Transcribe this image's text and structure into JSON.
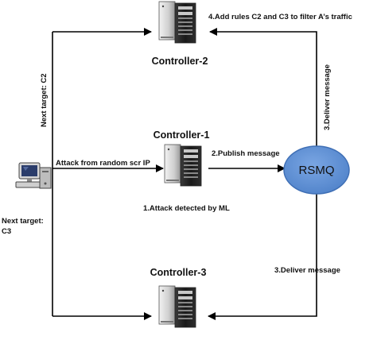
{
  "nodes": {
    "controller2": "Controller-2",
    "controller1": "Controller-1",
    "controller3": "Controller-3",
    "rsmq": "RSMQ"
  },
  "edges": {
    "attack": "Attack from random scr IP",
    "publish": "2.Publish message",
    "detected": "1.Attack detected by ML",
    "add_rules": "4.Add rules C2 and C3 to filter A’s traffic",
    "deliver_top": "3.Deliver  message",
    "deliver_bottom": "3.Deliver  message",
    "next_c2": "Next target: C2",
    "next_c3_line1": "Next target:",
    "next_c3_line2": "C3"
  },
  "colors": {
    "rsmq_fill": "#5b8fd6",
    "rsmq_stroke": "#3f6fb5",
    "line": "#000000",
    "server_dark": "#1e1e1e",
    "server_light": "#d9d9d9"
  },
  "icons": [
    "server-icon",
    "computer-icon"
  ]
}
